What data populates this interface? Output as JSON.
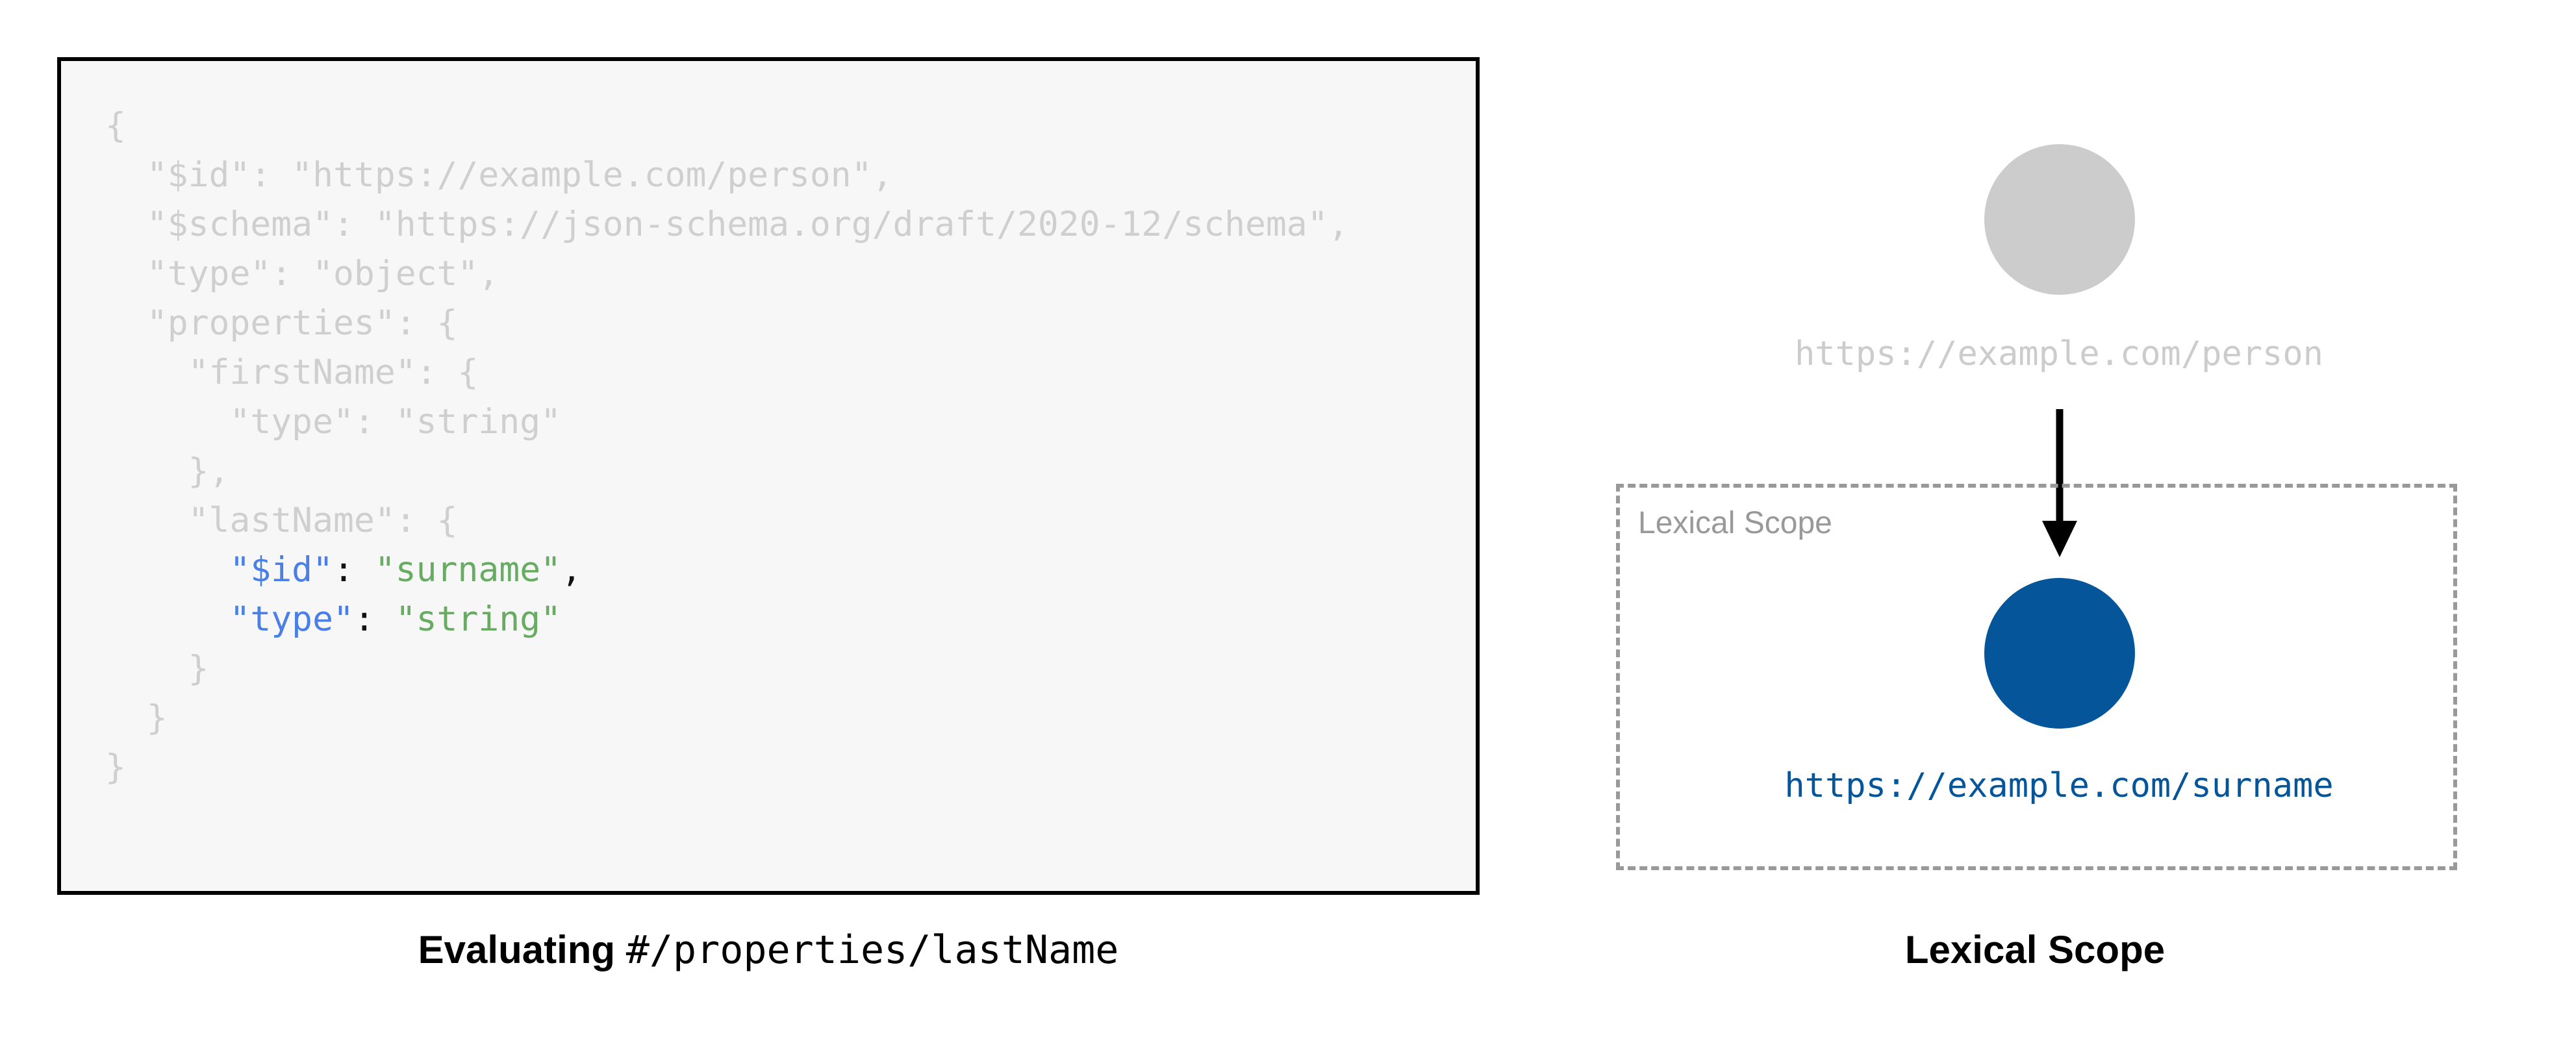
{
  "left_panel": {
    "code_block": {
      "language": "json",
      "lines": [
        [
          {
            "t": "{",
            "s": "dim"
          }
        ],
        [
          {
            "t": "  \"$id\": \"https://example.com/person\",",
            "s": "dim"
          }
        ],
        [
          {
            "t": "  \"$schema\": \"https://json-schema.org/draft/2020-12/schema\",",
            "s": "dim"
          }
        ],
        [
          {
            "t": "  \"type\": \"object\",",
            "s": "dim"
          }
        ],
        [
          {
            "t": "  \"properties\": {",
            "s": "dim"
          }
        ],
        [
          {
            "t": "    \"firstName\": {",
            "s": "dim"
          }
        ],
        [
          {
            "t": "      \"type\": \"string\"",
            "s": "dim"
          }
        ],
        [
          {
            "t": "    },",
            "s": "dim"
          }
        ],
        [
          {
            "t": "    \"lastName\": {",
            "s": "dim"
          }
        ],
        [
          {
            "t": "      ",
            "s": "dim"
          },
          {
            "t": "\"$id\"",
            "s": "key"
          },
          {
            "t": ": ",
            "s": "punc"
          },
          {
            "t": "\"surname\"",
            "s": "val"
          },
          {
            "t": ",",
            "s": "punc"
          }
        ],
        [
          {
            "t": "      ",
            "s": "dim"
          },
          {
            "t": "\"type\"",
            "s": "key"
          },
          {
            "t": ": ",
            "s": "punc"
          },
          {
            "t": "\"string\"",
            "s": "val"
          }
        ],
        [
          {
            "t": "    }",
            "s": "dim"
          }
        ],
        [
          {
            "t": "  }",
            "s": "dim"
          }
        ],
        [
          {
            "t": "}",
            "s": "dim"
          }
        ]
      ]
    },
    "caption": {
      "bold_part": "Evaluating",
      "mono_part": "#/properties/lastName"
    }
  },
  "right_panel": {
    "parent_node": {
      "label": "https://example.com/person",
      "shape": "circle",
      "color": "#cccccc"
    },
    "arrow": {
      "name": "downward-arrow",
      "color": "#000000"
    },
    "lexical_scope": {
      "inline_label": "Lexical Scope",
      "border_style": "dashed",
      "border_color": "#999999"
    },
    "child_node": {
      "label": "https://example.com/surname",
      "shape": "circle",
      "color": "#05559b"
    },
    "caption": "Lexical Scope"
  },
  "colors": {
    "code_dim": "#cfcfcf",
    "code_key": "#4a7fe8",
    "code_value": "#68ab62",
    "code_punctuation": "#111111",
    "code_background": "#f7f7f7",
    "code_border": "#000000",
    "node_gray": "#cccccc",
    "node_blue": "#05559b",
    "scope_border": "#999999"
  }
}
